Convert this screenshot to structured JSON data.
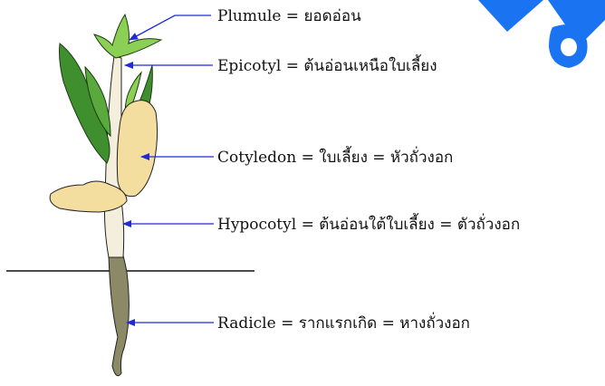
{
  "labels": {
    "plumule": "Plumule = ยอดอ่อน",
    "epicotyl": "Epicotyl = ต้นอ่อนเหนือใบเลี้ยง",
    "cotyledon": "Cotyledon = ใบเลี้ยง = หัวถั่วงอก",
    "hypocotyl": "Hypocotyl = ต้นอ่อนใต้ใบเลี้ยง = ตัวถั่วงอก",
    "radicle": "Radicle = รากแรกเกิด = หางถั่วงอก"
  },
  "colors": {
    "arrow": "#1f2bd6",
    "watermark": "#1a73f0",
    "leaf_dark": "#3f8f2e",
    "leaf_light": "#8ccf55",
    "cotyledon": "#f3dea0",
    "stem": "#f4eedd",
    "root": "#8c8a66",
    "soil_line": "#111111"
  }
}
